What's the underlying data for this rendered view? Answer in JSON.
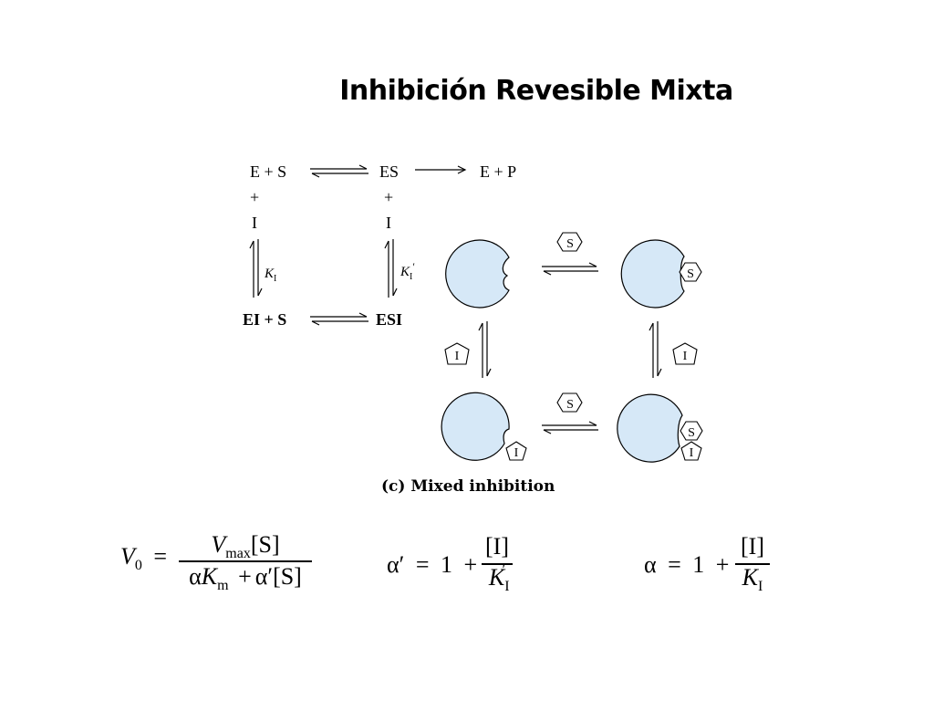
{
  "title": "Inhibición Revesible Mixta",
  "scheme": {
    "e_plus_s": "E + S",
    "es": "ES",
    "e_plus_p": "E + P",
    "plus_left": "+",
    "plus_right": "+",
    "i_left": "I",
    "i_right": "I",
    "ki": "K",
    "ki_sub": "I",
    "ki_prime": "K",
    "ki_prime_sub": "I",
    "ki_prime_mark": "′",
    "ei_plus_s": "EI + S",
    "esi": "ESI"
  },
  "cartoon": {
    "substrate_label": "S",
    "inhibitor_label": "I",
    "enzyme_color": "#d6e8f7",
    "caption": "(c) Mixed inhibition"
  },
  "equations": {
    "v0": "V",
    "v0_sub": "0",
    "equals": "=",
    "vmax": "V",
    "vmax_sub": "max",
    "s_bracket": "[S]",
    "alpha": "α",
    "km": "K",
    "km_sub": "m",
    "plus": "+",
    "alpha_prime": "α′",
    "s_bracket2": "[S]",
    "alpha_prime_lhs": "α′",
    "one": "1",
    "i_bracket": "[I]",
    "ki_prime_den": "K",
    "ki_prime_den_sub": "I",
    "ki_prime_den_mark": "′",
    "alpha_lhs": "α",
    "i_bracket2": "[I]",
    "ki_den": "K",
    "ki_den_sub": "I"
  }
}
